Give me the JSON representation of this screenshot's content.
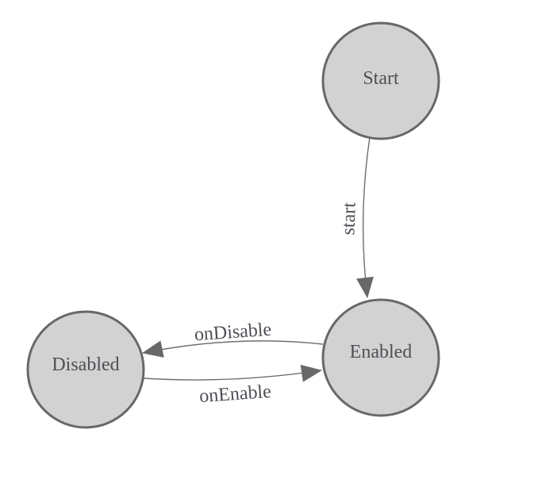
{
  "diagram": {
    "kind": "state-machine",
    "colors": {
      "background": "#ffffff",
      "node_fill": "#d2d2d2",
      "node_stroke": "#686868",
      "edge_stroke": "#6e6e6e",
      "arrow_fill": "#686868",
      "text": "#4c5055"
    },
    "nodes": [
      {
        "id": "start",
        "label": "Start"
      },
      {
        "id": "enabled",
        "label": "Enabled"
      },
      {
        "id": "disabled",
        "label": "Disabled"
      }
    ],
    "edges": [
      {
        "id": "start-to-enabled",
        "from": "Start",
        "to": "Enabled",
        "label": "start"
      },
      {
        "id": "enabled-to-disabled",
        "from": "Enabled",
        "to": "Disabled",
        "label": "onDisable"
      },
      {
        "id": "disabled-to-enabled",
        "from": "Disabled",
        "to": "Enabled",
        "label": "onEnable"
      }
    ]
  }
}
